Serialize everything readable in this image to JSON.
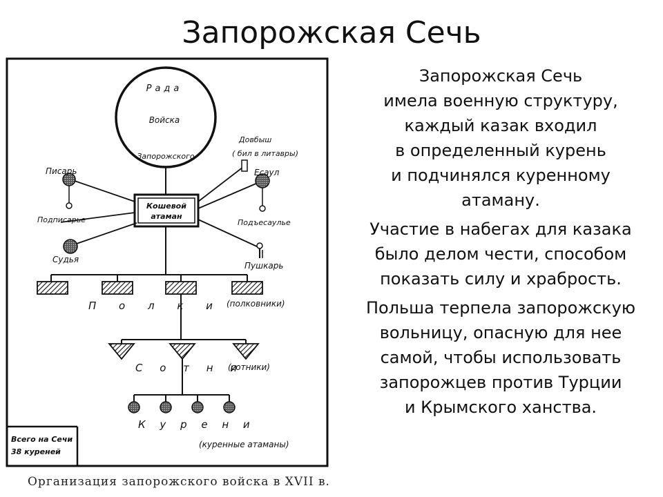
{
  "title": "Запорожская Сечь",
  "paragraphs": [
    [
      "Запорожская Сечь",
      "имела военную структуру,",
      "каждый казак входил",
      "в определенный курень",
      "и подчинялся куренному",
      "атаману."
    ],
    [
      "Участие в набегах для казака",
      "было делом чести, способом",
      "показать силу и храбрость."
    ],
    [
      "Польша терпела запорожскую",
      "вольницу, опасную для нее",
      "самой, чтобы использовать",
      "запорожцев против Турции",
      "и Крымского ханства."
    ]
  ],
  "diagram": {
    "rada": [
      "Рада",
      "Войска",
      "Запорожского"
    ],
    "koshevoy": [
      "Кошевой",
      "атаман"
    ],
    "pisar": "Писарь",
    "podpisar": "Подписарье",
    "sudya": "Судья",
    "dovbysh": "Довбыш",
    "dovbysh_note": "( бил в литавры)",
    "esaul": "Есаул",
    "podesaul": "Подъесаулье",
    "pushkar": "Пушкарь",
    "polki": "П о л к и",
    "polki_note": "(полковники)",
    "sotni": "С о т н и",
    "sotni_note": "(сотники)",
    "kureni": "К у р е н и",
    "kureni_note": "(куренные атаманы)",
    "total": [
      "Всего на Сечи",
      "38 куреней"
    ]
  },
  "caption": "Организация запорожского войска в XVII в."
}
